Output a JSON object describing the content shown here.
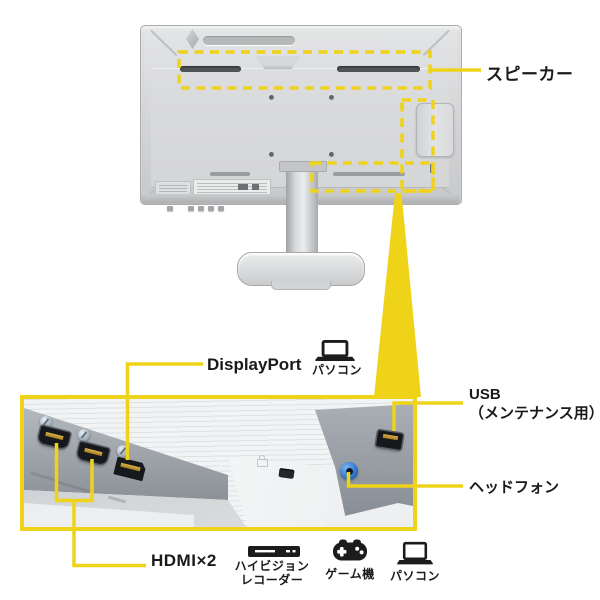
{
  "figure": {
    "type": "product-connector-diagram",
    "subject": "monitor rear view with zoomed bottom connector photo"
  },
  "colors": {
    "annotation_yellow": "#eed319",
    "label_text": "#1a1a1a"
  },
  "callouts": {
    "speaker": {
      "label": "スピーカー"
    },
    "displayport": {
      "label": "DisplayPort",
      "source": {
        "label": "パソコン",
        "icon": "laptop-icon"
      }
    },
    "usb": {
      "label": "USB",
      "label2": "（メンテナンス用）"
    },
    "headphone": {
      "label": "ヘッドフォン"
    },
    "hdmi": {
      "label": "HDMI×2",
      "sources": [
        {
          "label": "ハイビジョン",
          "label2": "レコーダー",
          "icon": "recorder-icon"
        },
        {
          "label": "ゲーム機",
          "icon": "gamepad-icon"
        },
        {
          "label": "パソコン",
          "icon": "laptop-icon"
        }
      ]
    }
  }
}
